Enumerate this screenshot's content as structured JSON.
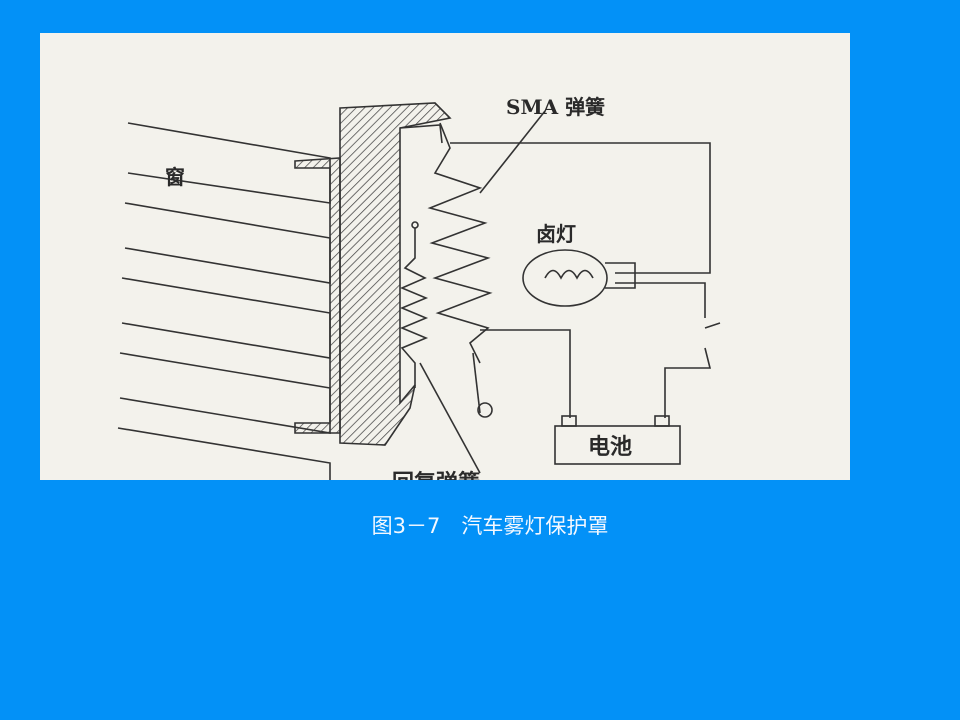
{
  "figure": {
    "labels": {
      "window": "窗",
      "sma_spring": "SMA 弹簧",
      "halogen_lamp": "卤灯",
      "battery": "电池",
      "return_spring": "回复弹簧"
    }
  },
  "caption": "图3－7　汽车雾灯保护罩",
  "colors": {
    "background": "#0391f7",
    "figure_bg": "#f3f2ec",
    "ink": "#2a2a2a"
  }
}
